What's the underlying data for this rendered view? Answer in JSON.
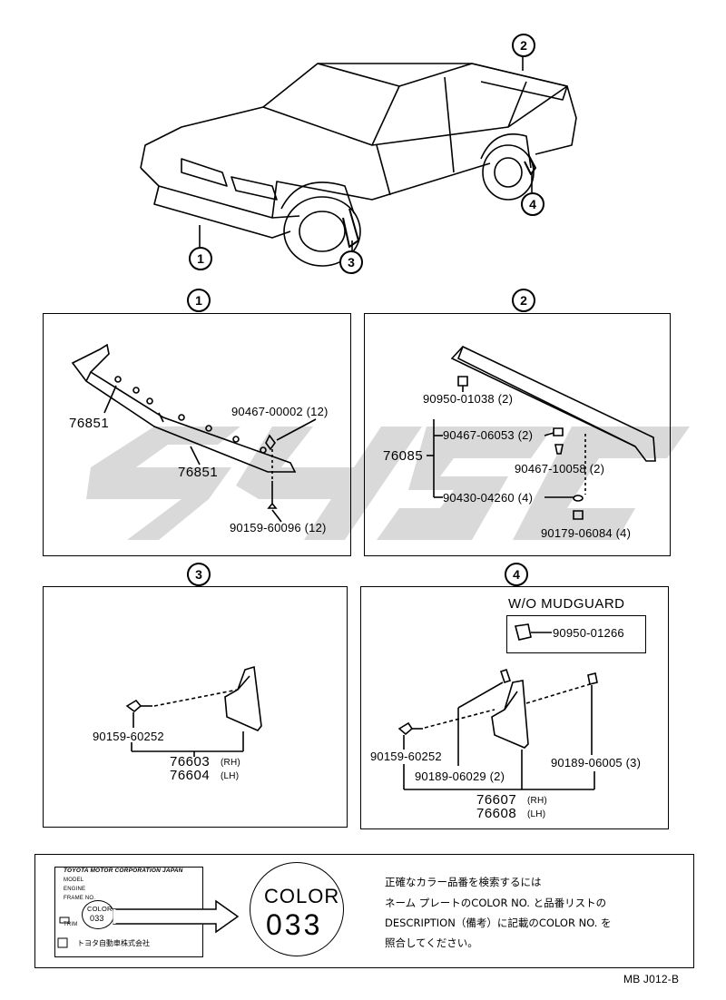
{
  "callouts": {
    "c1": "1",
    "c2": "2",
    "c3": "3",
    "c4": "4"
  },
  "panel1": {
    "part_a": "76851",
    "part_b": "76851",
    "clip": "90467-00002 (12)",
    "screw": "90159-60096 (12)"
  },
  "panel2": {
    "main": "76085",
    "nut": "90950-01038 (2)",
    "clip_a": "90467-06053 (2)",
    "clip_b": "90467-10058 (2)",
    "washer": "90430-04260 (4)",
    "nut_b": "90179-06084 (4)"
  },
  "panel3": {
    "screw": "90159-60252",
    "rh": "76603",
    "rh_tag": "(RH)",
    "lh": "76604",
    "lh_tag": "(LH)"
  },
  "panel4": {
    "heading": "W/O MUDGUARD",
    "plug": "90950-01266",
    "screw": "90159-60252",
    "clip_a": "90189-06029 (2)",
    "clip_b": "90189-06005 (3)",
    "rh": "76607",
    "rh_tag": "(RH)",
    "lh": "76608",
    "lh_tag": "(LH)"
  },
  "color_box": {
    "plate_title": "TOYOTA MOTOR CORPORATION JAPAN",
    "plate_row1": "MODEL",
    "plate_row2": "ENGINE",
    "plate_row3": "FRAME NO.",
    "plate_color": "COLOR",
    "plate_code": "033",
    "plate_trim": "TRIM",
    "plate_footer": "トヨタ自動車株式会社",
    "badge_word": "COLOR",
    "badge_code": "033",
    "note_line1": "正確なカラー品番を検索するには",
    "note_line2": "ネーム プレートのCOLOR NO. と品番リストの",
    "note_line3": "DESCRIPTION（備考）に記載のCOLOR NO. を",
    "note_line4": "照合してください。"
  },
  "footer": {
    "code": "MB  J012-B"
  },
  "colors": {
    "line": "#000000",
    "watermark": "#d9d9d9"
  }
}
